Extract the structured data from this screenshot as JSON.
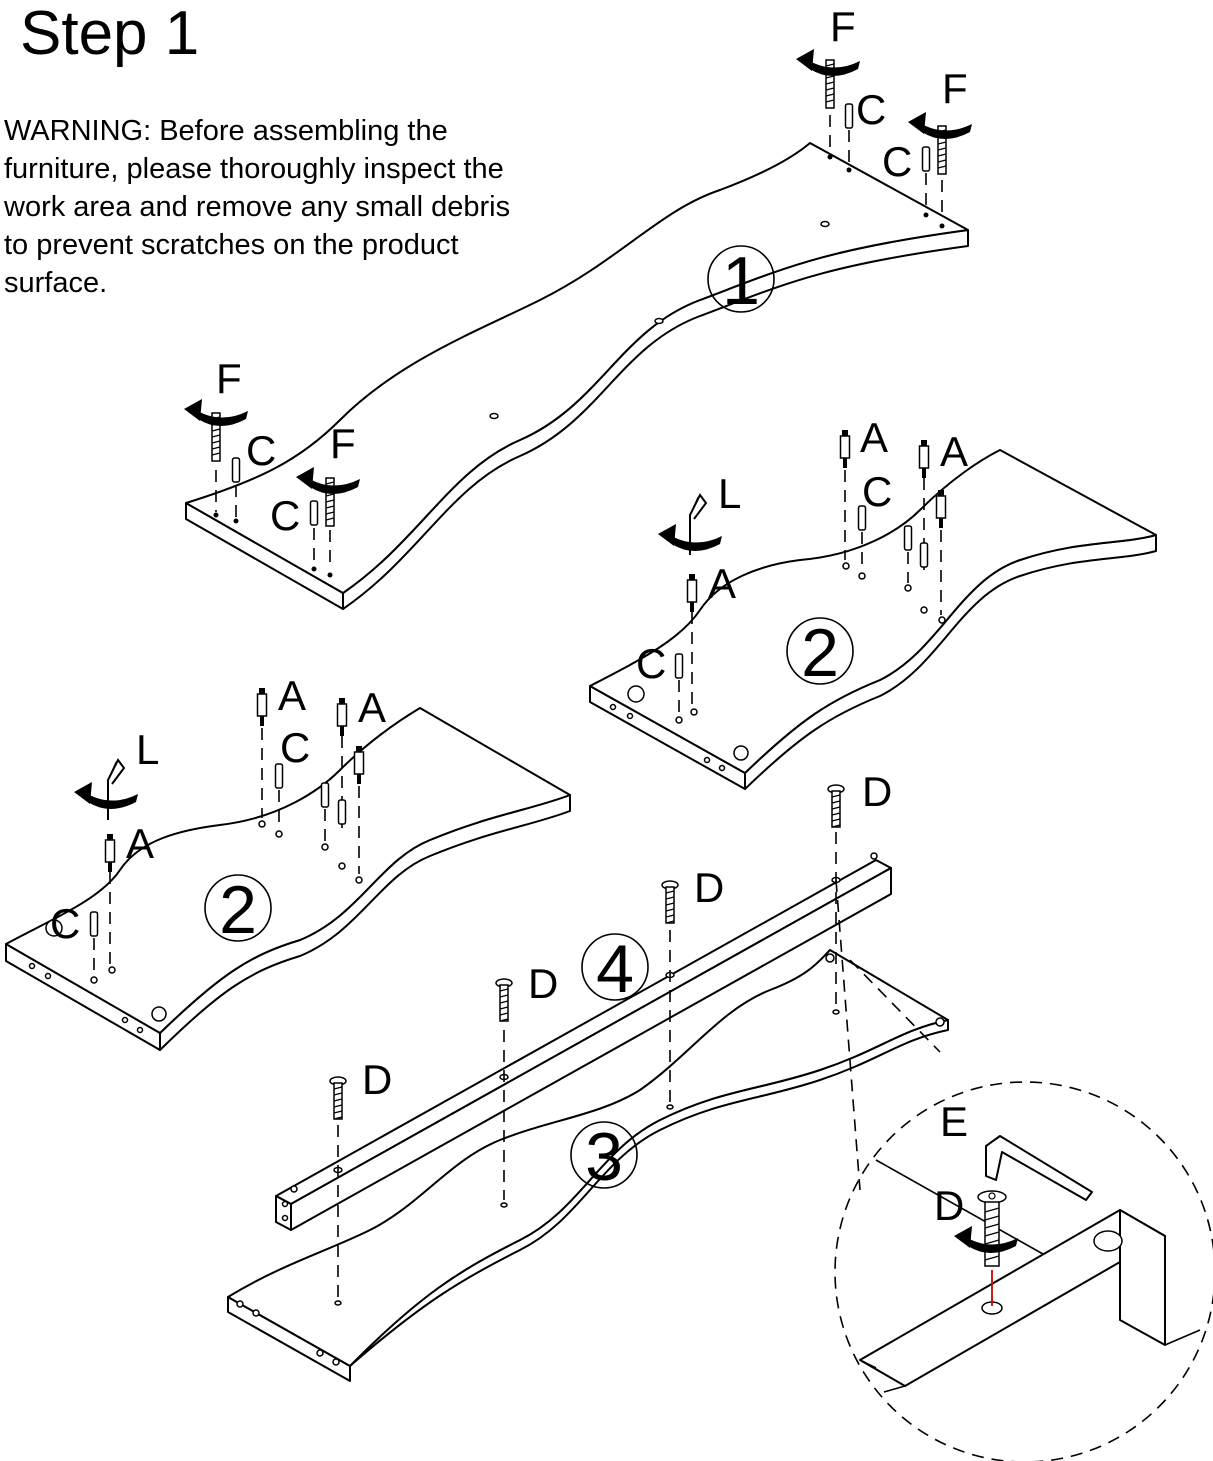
{
  "title": "Step 1",
  "warning": "WARNING: Before assembling the furniture, please thoroughly inspect the work area and remove any small debris to prevent scratches on the product surface.",
  "part_numbers": {
    "p1": "1",
    "p2": "2",
    "p3": "3",
    "p4": "4"
  },
  "hardware_labels": {
    "A": "A",
    "C": "C",
    "D": "D",
    "E": "E",
    "F": "F",
    "L": "L"
  },
  "colors": {
    "line": "#000000",
    "alignment_mark": "#cc0000",
    "background": "#ffffff"
  }
}
